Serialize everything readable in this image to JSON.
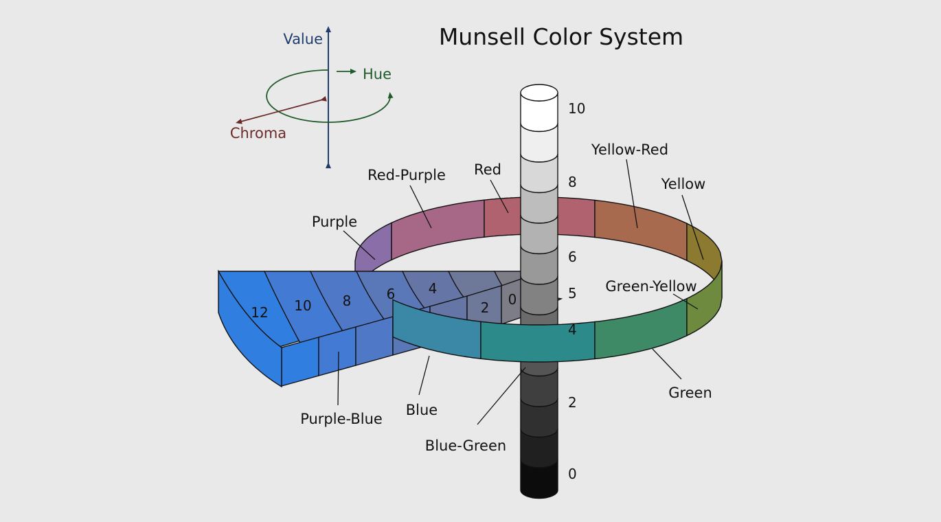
{
  "title": "Munsell Color System",
  "axes_legend": {
    "value_label": "Value",
    "hue_label": "Hue",
    "chroma_label": "Chroma",
    "value_color": "#1f3b6b",
    "hue_color": "#1f5a2a",
    "chroma_color": "#6b2a2a"
  },
  "value_scale": {
    "ticks": [
      "10",
      "8",
      "6",
      "5",
      "4",
      "2",
      "0"
    ],
    "segment_colors": [
      "#ffffff",
      "#efefef",
      "#d8d8d8",
      "#bdbdbd",
      "#b2b2b2",
      "#999999",
      "#828282",
      "#6b6b6b",
      "#555555",
      "#3f3f3f",
      "#303030",
      "#202020",
      "#0c0c0c"
    ]
  },
  "hues": {
    "red": "Red",
    "yellow_red": "Yellow-Red",
    "yellow": "Yellow",
    "green_yellow": "Green-Yellow",
    "green": "Green",
    "blue_green": "Blue-Green",
    "blue": "Blue",
    "purple_blue": "Purple-Blue",
    "purple": "Purple",
    "red_purple": "Red-Purple"
  },
  "hue_colors": {
    "red": "#b0636e",
    "yellow_red": "#a76a4e",
    "yellow": "#8c7a30",
    "green_yellow": "#6d8a3e",
    "green": "#3f8a66",
    "blue_green": "#2d8a8a",
    "blue": "#3a88a6",
    "purple_blue": "#4a74c0",
    "purple": "#8a6ea8",
    "red_purple": "#a76888"
  },
  "chroma_steps": {
    "labels": [
      "0",
      "2",
      "4",
      "6",
      "8",
      "10",
      "12"
    ],
    "colors": [
      "#7c7d86",
      "#6e7898",
      "#6475a6",
      "#5a77b8",
      "#4f78c6",
      "#437bd4",
      "#2f7ee0"
    ]
  }
}
